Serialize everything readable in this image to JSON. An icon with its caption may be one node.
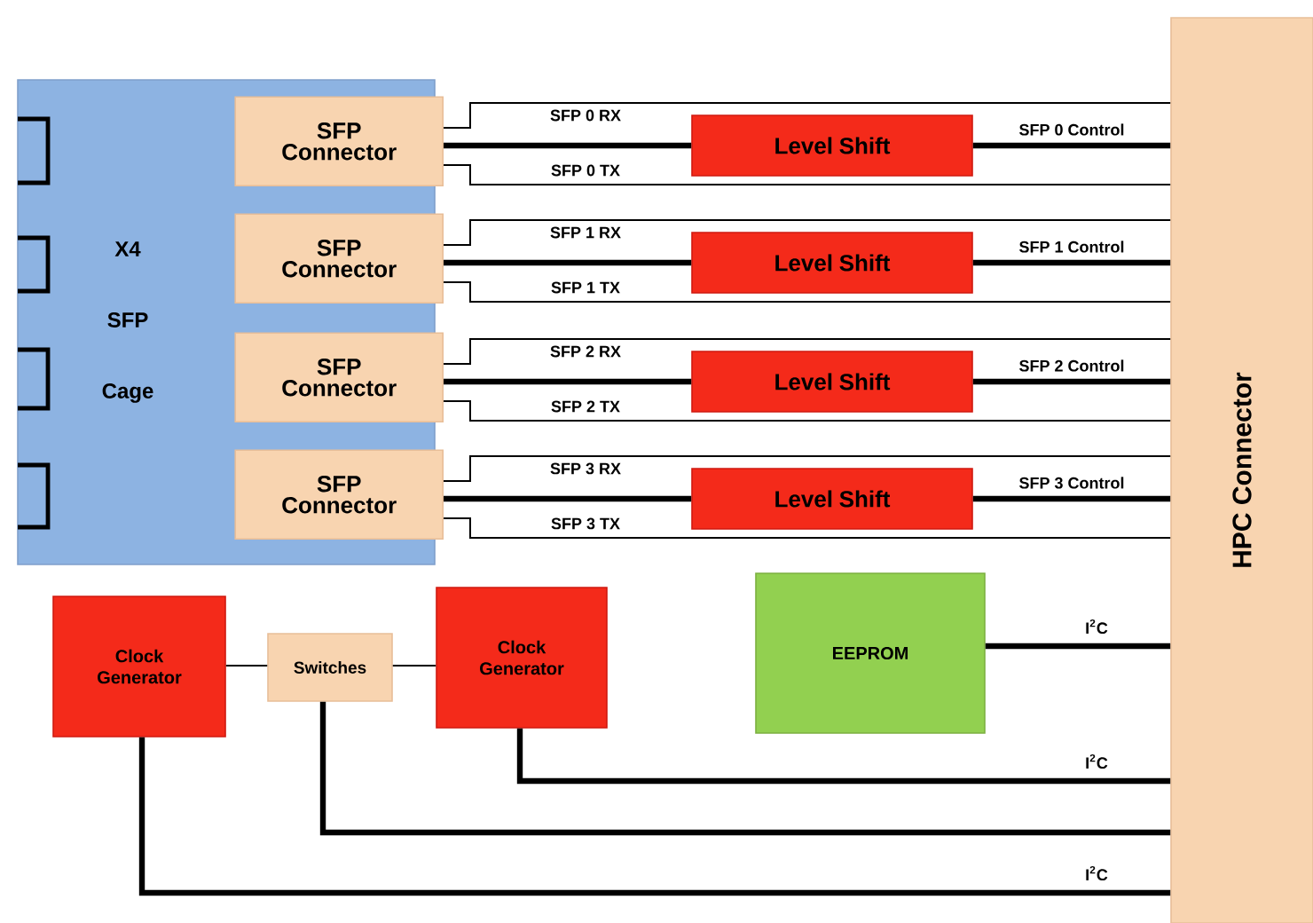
{
  "diagram": {
    "nodes": [
      {
        "text": [
          "X4 SFP Cage"
        ]
      },
      {
        "text": [
          "SFP Connector"
        ],
        "in": 0
      },
      {
        "text": [
          "SFP Connector"
        ],
        "in": 0
      },
      {
        "text": [
          "SFP Connector"
        ],
        "in": 0
      },
      {
        "text": [
          "SFP Connector"
        ],
        "in": 0
      },
      {
        "text": [
          "Level Shift"
        ]
      },
      {
        "text": [
          "Level Shift"
        ]
      },
      {
        "text": [
          "Level Shift"
        ]
      },
      {
        "text": [
          "Level Shift"
        ]
      },
      {
        "text": [
          "HPC Connector"
        ]
      },
      {
        "text": [
          "Clock Generator"
        ]
      },
      {
        "text": [
          "Switches"
        ]
      },
      {
        "text": [
          "Clock Generator"
        ]
      },
      {
        "text": [
          "EEPROM"
        ]
      }
    ],
    "edges": [
      {
        "from": 1,
        "to": 9,
        "arrow": "none",
        "label": "SFP 0 RX"
      },
      {
        "from": 1,
        "to": 5,
        "arrow": "none"
      },
      {
        "from": 5,
        "to": 9,
        "arrow": "none",
        "label": "SFP 0 Control"
      },
      {
        "from": 1,
        "to": 9,
        "arrow": "none",
        "label": "SFP 0 TX"
      },
      {
        "from": 2,
        "to": 9,
        "arrow": "none",
        "label": "SFP 1 RX"
      },
      {
        "from": 2,
        "to": 6,
        "arrow": "none"
      },
      {
        "from": 6,
        "to": 9,
        "arrow": "none",
        "label": "SFP 1 Control"
      },
      {
        "from": 2,
        "to": 9,
        "arrow": "none",
        "label": "SFP 1 TX"
      },
      {
        "from": 3,
        "to": 9,
        "arrow": "none",
        "label": "SFP 2 RX"
      },
      {
        "from": 3,
        "to": 7,
        "arrow": "none"
      },
      {
        "from": 7,
        "to": 9,
        "arrow": "none",
        "label": "SFP 2 Control"
      },
      {
        "from": 3,
        "to": 9,
        "arrow": "none",
        "label": "SFP 2 TX"
      },
      {
        "from": 4,
        "to": 9,
        "arrow": "none",
        "label": "SFP 3 RX"
      },
      {
        "from": 4,
        "to": 8,
        "arrow": "none"
      },
      {
        "from": 8,
        "to": 9,
        "arrow": "none",
        "label": "SFP 3 Control"
      },
      {
        "from": 4,
        "to": 9,
        "arrow": "none",
        "label": "SFP 3 TX"
      },
      {
        "from": 10,
        "to": 11,
        "arrow": "none"
      },
      {
        "from": 11,
        "to": 12,
        "arrow": "none"
      },
      {
        "from": 13,
        "to": 9,
        "arrow": "none",
        "label": "I$^{2}$C"
      },
      {
        "from": 12,
        "to": 9,
        "arrow": "none",
        "label": "I$^{2}$C"
      },
      {
        "from": 11,
        "to": 9,
        "arrow": "none"
      },
      {
        "from": 10,
        "to": 9,
        "arrow": "none",
        "label": "I$^{2}$C"
      }
    ]
  }
}
